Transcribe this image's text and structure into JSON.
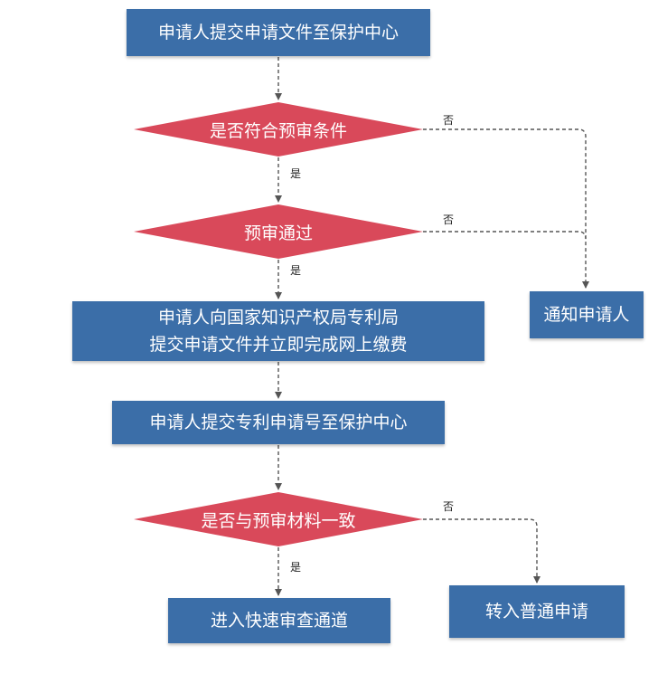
{
  "flow": {
    "step_submit": "申请人提交申请文件至保护中心",
    "check_conditions": "是否符合预审条件",
    "check_pass": "预审通过",
    "step_file_line1": "申请人向国家知识产权局专利局",
    "step_file_line2": "提交申请文件并立即完成网上缴费",
    "step_submit_number": "申请人提交专利申请号至保护中心",
    "check_consistent": "是否与预审材料一致",
    "fast_track": "进入快速审查通道",
    "notify": "通知申请人",
    "normal": "转入普通申请"
  },
  "edges": {
    "yes": "是",
    "no": "否"
  },
  "colors": {
    "process": "#3b6ea8",
    "decision": "#d9495a",
    "connector": "#555555"
  }
}
